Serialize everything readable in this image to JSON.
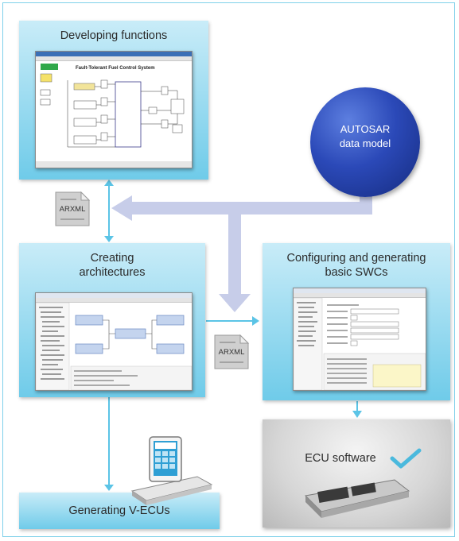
{
  "panels": {
    "developing": {
      "title": "Developing functions"
    },
    "creating": {
      "title": "Creating\narchitectures"
    },
    "configuring": {
      "title": "Configuring and generating\nbasic SWCs"
    },
    "generating": {
      "title": "Generating V-ECUs"
    },
    "ecu_software": {
      "title": "ECU software"
    }
  },
  "autosar_node": {
    "label": "AUTOSAR\ndata model"
  },
  "arxml_doc_1": {
    "label": "ARXML"
  },
  "arxml_doc_2": {
    "label": "ARXML"
  },
  "screenshot_title": "Fault-Tolerant Fuel Control System",
  "colors": {
    "panel_light": "#c9ecf8",
    "panel_dark": "#6fcbe9",
    "connector": "#5bc4e6",
    "data_flow": "#c7cde9",
    "autosar_blue": "#2b49b8",
    "checkmark": "#4ab9dd"
  }
}
